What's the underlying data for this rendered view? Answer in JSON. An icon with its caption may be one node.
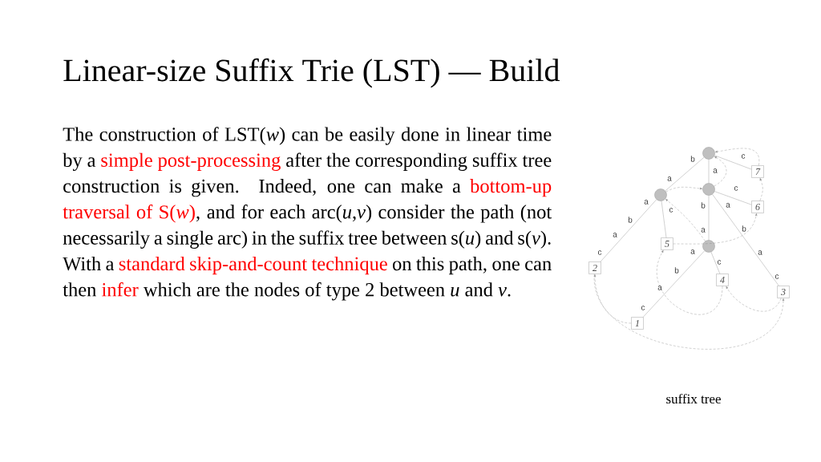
{
  "diagram": {
    "title": "Linear-size Suffix Trie (LST) — Build",
    "caption": "suffix tree",
    "nodes": [
      {
        "text": [],
        "shape": "circle"
      },
      {
        "text": [],
        "shape": "circle"
      },
      {
        "text": [],
        "shape": "circle"
      },
      {
        "text": [
          "7"
        ]
      },
      {
        "text": [
          "6"
        ]
      },
      {
        "text": [
          "5"
        ]
      },
      {
        "text": [],
        "shape": "circle"
      },
      {
        "text": [
          "2"
        ]
      },
      {
        "text": [
          "4"
        ]
      },
      {
        "text": [
          "3"
        ]
      },
      {
        "text": [
          "1"
        ]
      }
    ],
    "edges": [
      {
        "from": 0,
        "to": 1,
        "arrow": "none"
      },
      {
        "from": 1,
        "to": 7,
        "arrow": "none"
      },
      {
        "from": 1,
        "to": 5,
        "arrow": "none"
      },
      {
        "from": 0,
        "to": 2,
        "arrow": "none"
      },
      {
        "from": 0,
        "to": 3,
        "arrow": "none"
      },
      {
        "from": 2,
        "to": 4,
        "arrow": "none"
      },
      {
        "from": 2,
        "to": 6,
        "arrow": "none"
      },
      {
        "from": 2,
        "to": 9,
        "arrow": "none"
      },
      {
        "from": 6,
        "to": 10,
        "arrow": "none"
      },
      {
        "from": 6,
        "to": 8,
        "arrow": "none"
      },
      {
        "from": 3,
        "to": 0,
        "arrow": "to",
        "style": "dashed"
      },
      {
        "from": 2,
        "to": 0,
        "arrow": "to",
        "style": "dashed"
      },
      {
        "from": 1,
        "to": 2,
        "arrow": "to",
        "style": "dashed"
      },
      {
        "from": 6,
        "to": 1,
        "arrow": "to",
        "style": "dashed"
      },
      {
        "from": 4,
        "to": 3,
        "arrow": "to",
        "style": "dashed"
      },
      {
        "from": 5,
        "to": 4,
        "arrow": "to",
        "style": "dashed"
      },
      {
        "from": 10,
        "to": 7,
        "arrow": "to",
        "style": "dashed"
      },
      {
        "from": 8,
        "to": 5,
        "arrow": "to",
        "style": "dashed"
      },
      {
        "from": 9,
        "to": 8,
        "arrow": "to",
        "style": "dashed"
      },
      {
        "from": 7,
        "to": 9,
        "arrow": "to",
        "style": "dashed"
      }
    ],
    "labels": [
      "The construction of LST(*w*) can be easily done in linear time by a",
      "simple post-processing",
      "after the corresponding suffix tree construction is given. Indeed, one can make a",
      "bottom-up traversal of S(*w*)",
      ", and for each arc(*u*,*v*) consider the path (not necessarily a single arc) in the suffix tree between s(*u*) and s(*v*). With a",
      "standard skip-and-count technique",
      "on this path, one can then",
      "infer",
      "which are the nodes of type 2 between *u* and *v*.",
      "b",
      "c",
      "a",
      "a",
      "c",
      "a",
      "b",
      "a",
      "c",
      "b",
      "a",
      "b",
      "a",
      "c",
      "a",
      "a",
      "c",
      "b",
      "c",
      "a",
      "c"
    ]
  }
}
